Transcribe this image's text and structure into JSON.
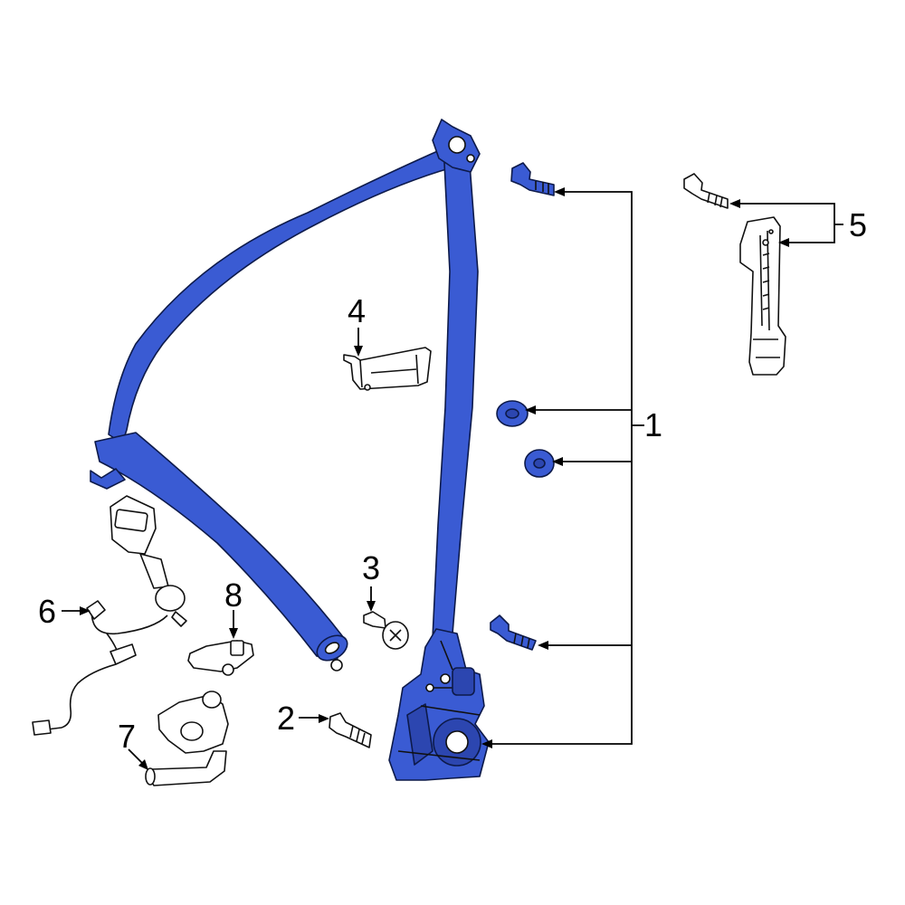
{
  "diagram": {
    "callouts": [
      {
        "id": "1",
        "label": "1"
      },
      {
        "id": "2",
        "label": "2"
      },
      {
        "id": "3",
        "label": "3"
      },
      {
        "id": "4",
        "label": "4"
      },
      {
        "id": "5",
        "label": "5"
      },
      {
        "id": "6",
        "label": "6"
      },
      {
        "id": "7",
        "label": "7"
      },
      {
        "id": "8",
        "label": "8"
      }
    ],
    "colors": {
      "highlight": "#3a5bd3",
      "outline": "#111111",
      "background": "#ffffff"
    }
  }
}
